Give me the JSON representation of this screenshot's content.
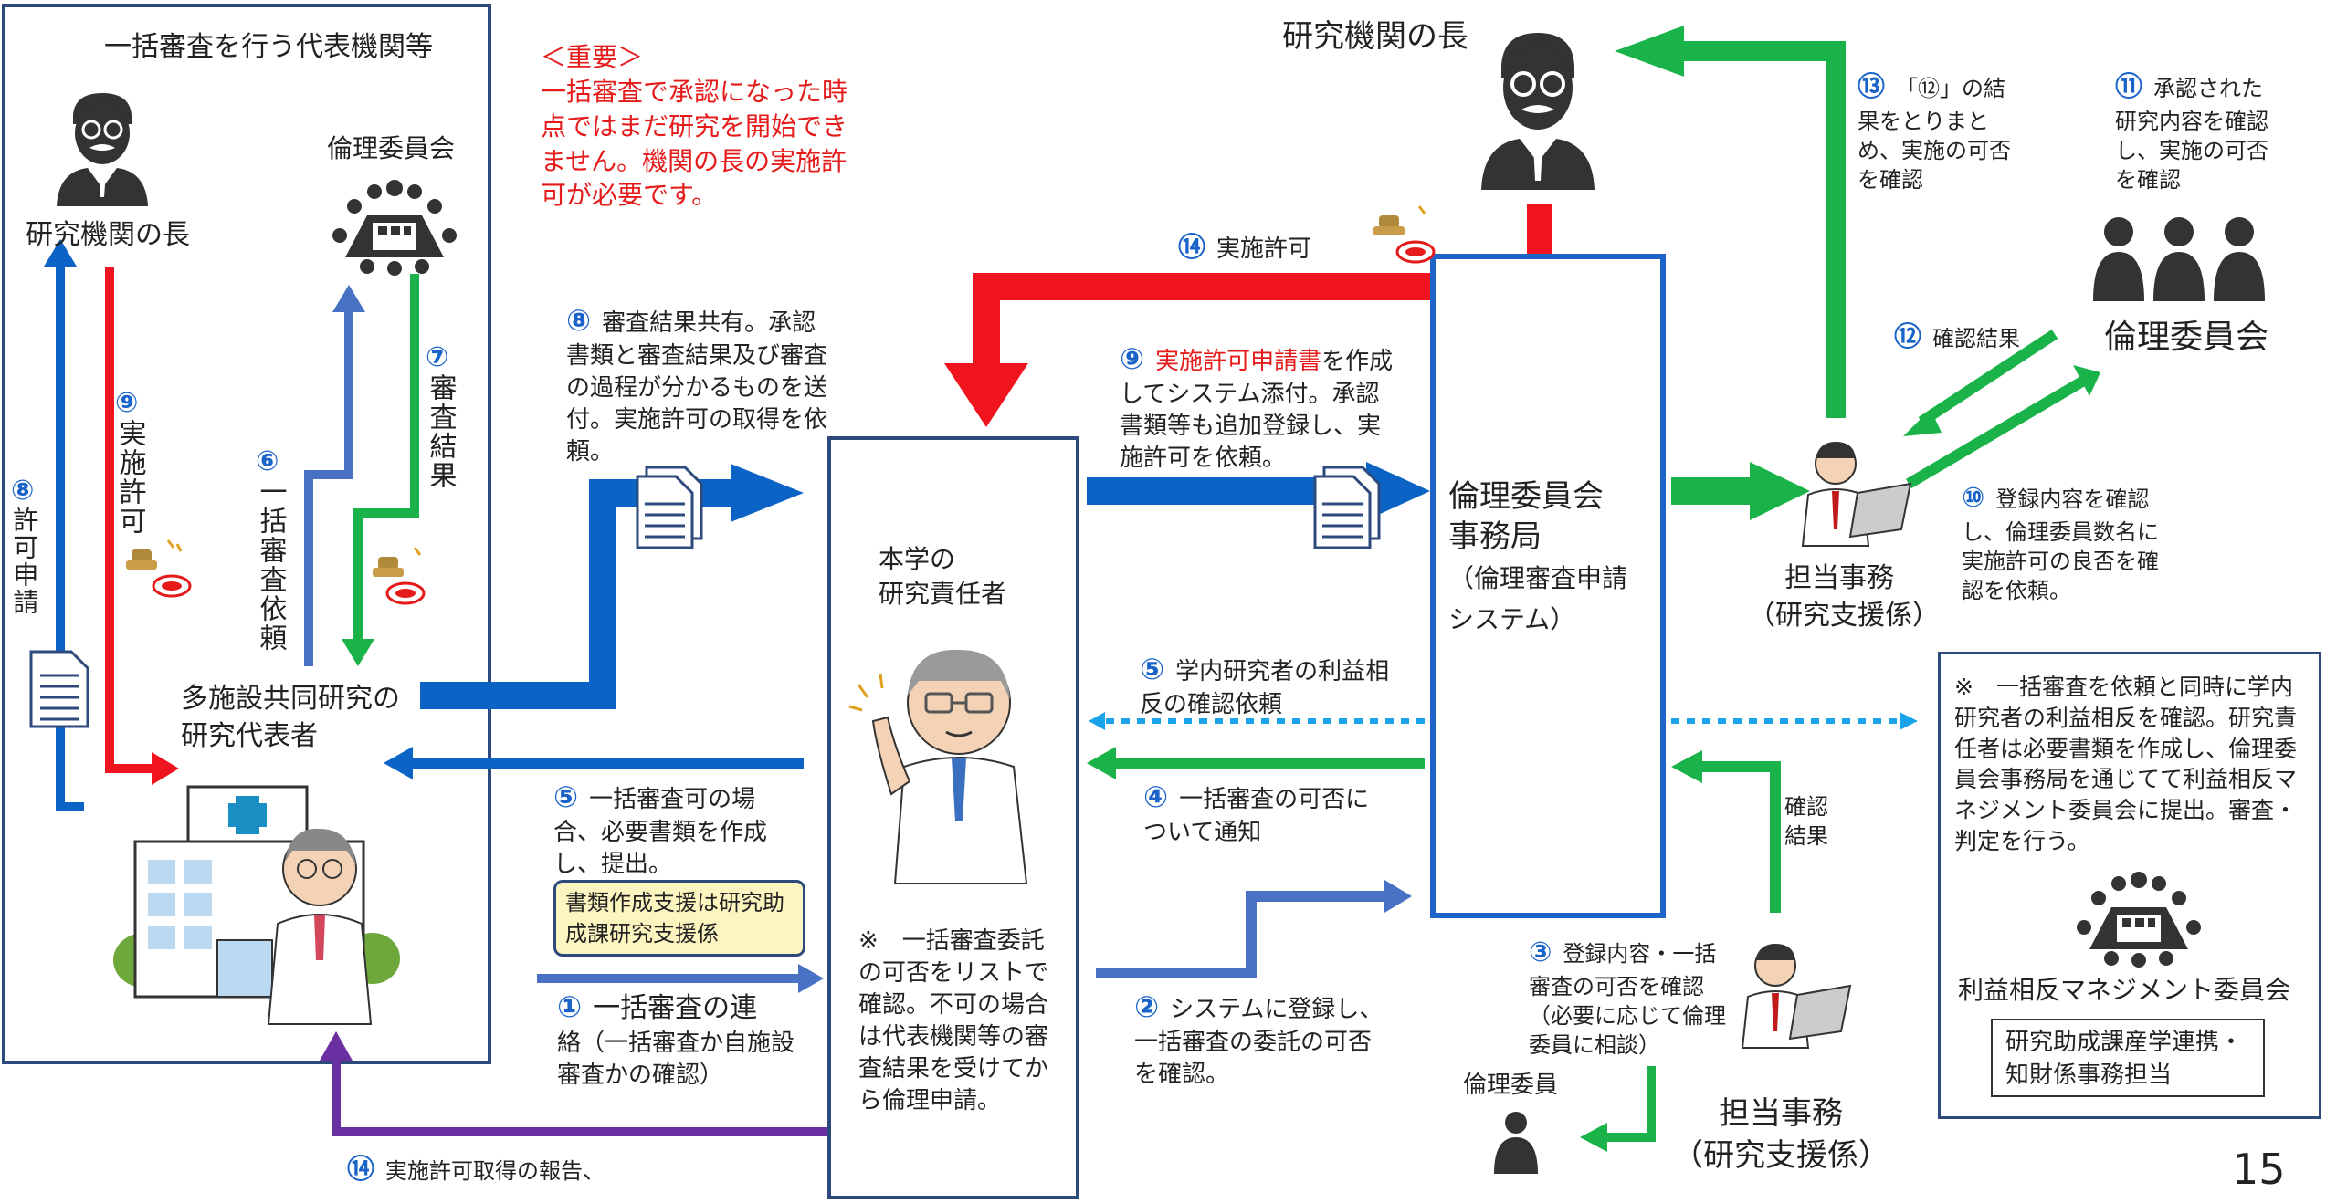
{
  "page_number": "15",
  "rep_institution": {
    "title": "一括審査を行う代表機関等",
    "head_label": "研究機関の長",
    "ethics_committee_label": "倫理委員会",
    "lead_researcher_label": "多施設共同研究の研究代表者"
  },
  "important_note": {
    "heading": "＜重要＞",
    "body": "一括審査で承認になった時点ではまだ研究を開始できません。機関の長の実施許可が必要です。"
  },
  "pi": {
    "label_line1": "本学の",
    "label_line2": "研究責任者",
    "note": "※　一括審査委託の可否をリストで確認。不可の場合は代表機関等の審査結果を受けてから倫理申請。"
  },
  "office": {
    "line1": "倫理委員会",
    "line2": "事務局",
    "line3": "（倫理審査申請システム）"
  },
  "head_top": {
    "label": "研究機関の長"
  },
  "ethics_committee_right": {
    "label": "倫理委員会"
  },
  "staff_top": {
    "label_line1": "担当事務",
    "label_line2": "（研究支援係）"
  },
  "staff_bottom": {
    "label_line1": "担当事務",
    "label_line2": "（研究支援係）"
  },
  "ethics_member": {
    "label": "倫理委員"
  },
  "coi": {
    "note": "※　一括審査を依頼と同時に学内研究者の利益相反を確認。研究責任者は必要書類を作成し、倫理委員会事務局を通じてて利益相反マネジメント委員会に提出。審査・判定を行う。",
    "committee_label": "利益相反マネジメント委員会",
    "contact": "研究助成課産学連携・知財係事務担当"
  },
  "callout": {
    "text": "書類作成支援は研究助成課研究支援係"
  },
  "steps": {
    "s1_num": "①",
    "s1_title": "一括審査の連",
    "s1_text": "絡（一括審査か自施設審査かの確認）",
    "s2_num": "②",
    "s2_text": "システムに登録し、一括審査の委託の可否を確認。",
    "s3_num": "③",
    "s3_text": "登録内容・一括審査の可否を確認（必要に応じて倫理委員に相談）",
    "s3_result": "確認結果",
    "s4_num": "④",
    "s4_text": "一括審査の可否について通知",
    "s5a_num": "⑤",
    "s5a_text": "学内研究者の利益相反の確認依頼",
    "s5b_num": "⑤",
    "s5b_text": "一括審査可の場合、必要書類を作成し、提出。",
    "s6_num": "⑥",
    "s6_text": "一括審査依頼",
    "s7_num": "⑦",
    "s7_text": "審査結果",
    "s8a_num": "⑧",
    "s8a_text": "審査結果共有。承認書類と審査結果及び審査の過程が分かるものを送付。実施許可の取得を依頼。",
    "s8b_num": "⑧",
    "s8b_text": "許可申請",
    "s9a_num": "⑨",
    "s9a_text": "実施許可",
    "s9b_num": "⑨",
    "s9b_red": "実施許可申請書",
    "s9b_text": "を作成してシステム添付。承認書類等も追加登録し、実施許可を依頼。",
    "s10_num": "⑩",
    "s10_text": "登録内容を確認し、倫理委員数名に実施許可の良否を確認を依頼。",
    "s11_num": "⑪",
    "s11_text": "承認された研究内容を確認し、実施の可否を確認",
    "s12_num": "⑫",
    "s12_text": "確認結果",
    "s13_num": "⑬",
    "s13_text": "「⑫」の結果をとりまとめ、実施の可否を確認",
    "s14a_num": "⑭",
    "s14a_text": "実施許可",
    "s14b_num": "⑭",
    "s14b_text": "実施許可取得の報告、"
  },
  "colors": {
    "blue": "#0b63c5",
    "light_blue": "#4a72c4",
    "green": "#1ab34a",
    "red": "#f0141e",
    "purple": "#6a2fa0",
    "frame": "#2e4a7d",
    "dotted": "#1aa3e8"
  },
  "icons": [
    "person-icon",
    "meeting-icon",
    "stamp-icon",
    "document-icon",
    "hospital-icon",
    "doctor-icon",
    "staff-icon"
  ]
}
